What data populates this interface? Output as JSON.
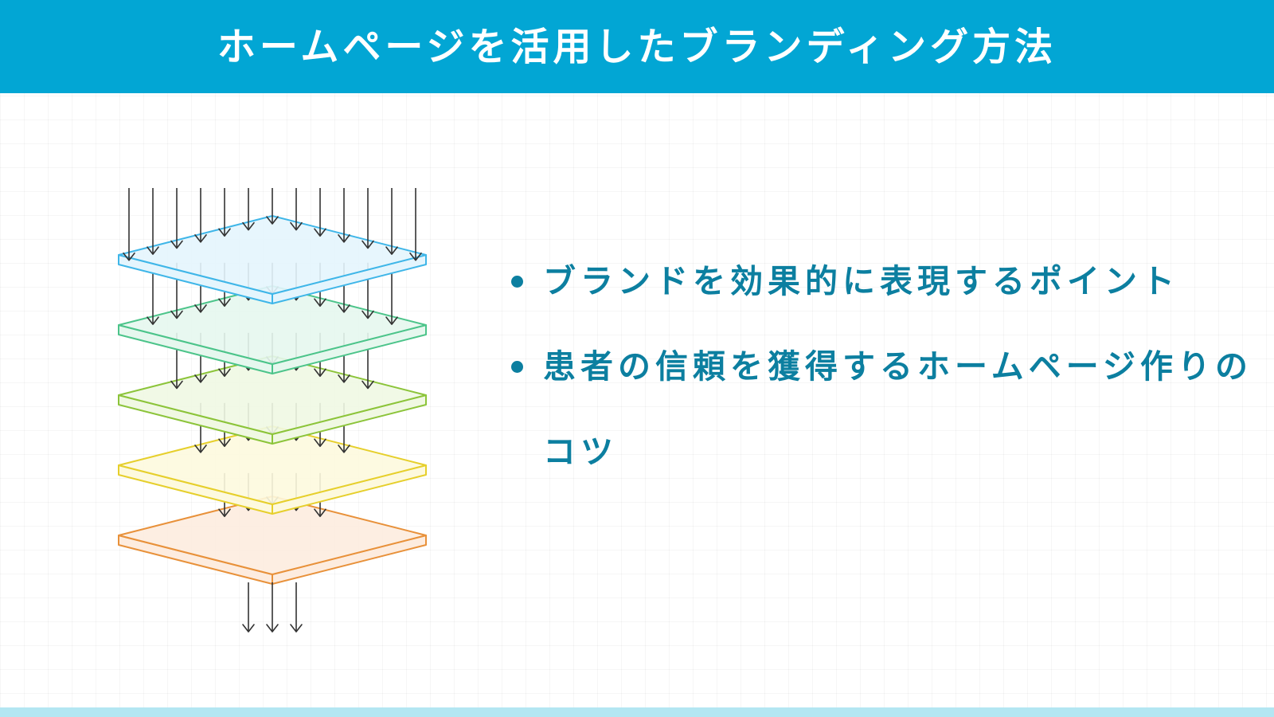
{
  "header": {
    "title": "ホームページを活用したブランディング方法",
    "background_color": "#02a6d4"
  },
  "bullets": [
    "ブランドを効果的に表現するポイント",
    "患者の信頼を獲得するホームページ作りのコツ"
  ],
  "illustration": {
    "layers": [
      {
        "stroke": "#3fb6e8",
        "fill": "#e4f5fd"
      },
      {
        "stroke": "#4cc48a",
        "fill": "#e6f7ee"
      },
      {
        "stroke": "#8cc43a",
        "fill": "#f0f8e3"
      },
      {
        "stroke": "#e6cf2c",
        "fill": "#fdf9de"
      },
      {
        "stroke": "#e8913a",
        "fill": "#fdecdf"
      }
    ],
    "arrow_color": "#333333"
  },
  "colors": {
    "accent": "#02a6d4",
    "bullet_text": "#0c7fa0",
    "footer_band": "#b3e6f2"
  }
}
